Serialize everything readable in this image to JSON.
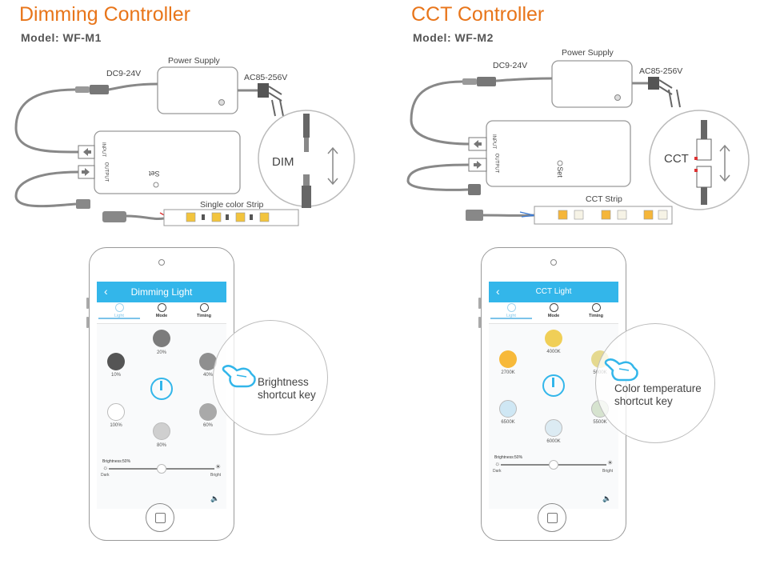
{
  "left": {
    "title": "Dimming Controller",
    "model": "Model: WF-M1",
    "power_supply": "Power Supply",
    "dc_input": "DC9-24V",
    "ac_input": "AC85-256V",
    "input_port": "INPUT",
    "output_port": "OUTPUT",
    "set_label": "Set",
    "strip_label": "Single color Strip",
    "plug_label": "DIM",
    "phone": {
      "app_title": "Dimming Light",
      "tabs": [
        {
          "label": "Light"
        },
        {
          "label": "Mode"
        },
        {
          "label": "Timing"
        }
      ],
      "presets": [
        "20%",
        "10%",
        "40%",
        "100%",
        "60%",
        "80%"
      ],
      "brightness_label": "Brightness:50%",
      "brightness_value": 50,
      "dark_label": "Dark",
      "bright_label": "Bright"
    },
    "callout": [
      "Brightness",
      "shortcut key"
    ]
  },
  "right": {
    "title": "CCT Controller",
    "model": "Model: WF-M2",
    "power_supply": "Power Supply",
    "dc_input": "DC9-24V",
    "ac_input": "AC85-256V",
    "input_port": "INPUT",
    "output_port": "OUTPUT",
    "set_label": "Set",
    "strip_label": "CCT Strip",
    "plug_label": "CCT",
    "phone": {
      "app_title": "CCT Light",
      "tabs": [
        {
          "label": "Light"
        },
        {
          "label": "Mode"
        },
        {
          "label": "Timing"
        }
      ],
      "presets": [
        "4000K",
        "2700K",
        "5000K",
        "6500K",
        "5500K",
        "6000K"
      ],
      "brightness_label": "Brightness:50%",
      "brightness_value": 50,
      "dark_label": "Dark",
      "bright_label": "Bright"
    },
    "callout": [
      "Color temperature",
      "shortcut key"
    ]
  },
  "colors": {
    "title": "#e8751a",
    "app_bar": "#33b6ea",
    "dim_20": "#7c7c7c",
    "dim_10": "#555555",
    "dim_40": "#8f8f8f",
    "dim_100": "#ffffff",
    "dim_60": "#a9a9a9",
    "dim_80": "#cfcfcf",
    "cct_4000": "#f0cf57",
    "cct_2700": "#f7b93a",
    "cct_5000": "#e5d98f",
    "cct_6500": "#cfe7f4",
    "cct_5500": "#d6e3cf",
    "cct_6000": "#dcebf3"
  },
  "icons": [
    "bulb-icon",
    "mode-icon",
    "alarm-clock-icon",
    "power-icon",
    "sun-icon",
    "speaker-icon",
    "hand-pointer-icon",
    "back-chevron-icon"
  ]
}
